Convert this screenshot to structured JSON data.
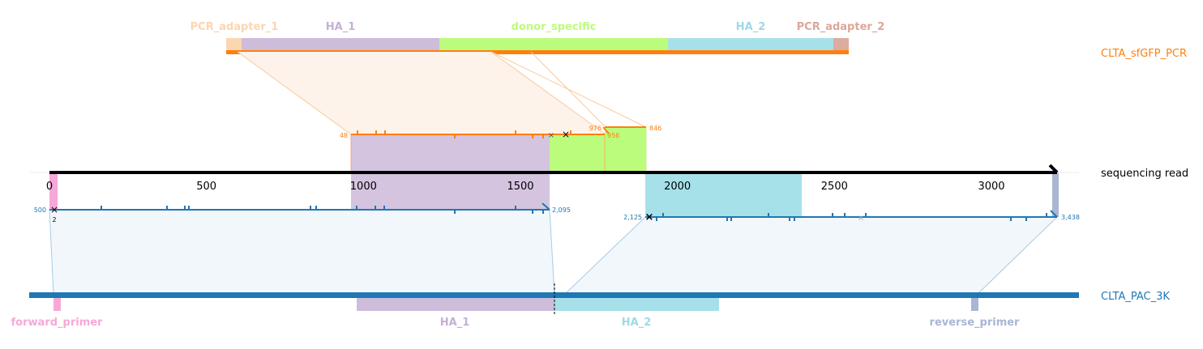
{
  "reads": {
    "top": {
      "name": "CLTA_sfGFP_PCR",
      "color": "#ff7f0e"
    },
    "middle": {
      "name": "sequencing read",
      "color": "#000000"
    },
    "bottom": {
      "name": "CLTA_PAC_3K",
      "color": "#1f77b4"
    }
  },
  "features": {
    "top": [
      {
        "name": "PCR_adapter_1",
        "color": "#fbd6b0"
      },
      {
        "name": "HA_1",
        "color": "#c5b0d5"
      },
      {
        "name": "donor_specific",
        "color": "#bcfc7c"
      },
      {
        "name": "HA_2",
        "color": "#9edae5"
      },
      {
        "name": "PCR_adapter_2",
        "color": "#dca79a"
      }
    ],
    "bottom": [
      {
        "name": "forward_primer",
        "color": "#f7a8d8"
      },
      {
        "name": "HA_1",
        "color": "#c5b0d5"
      },
      {
        "name": "HA_2",
        "color": "#9edae5"
      },
      {
        "name": "reverse_primer",
        "color": "#aab6d4"
      }
    ]
  },
  "axis": {
    "ticks": [
      0,
      500,
      1000,
      1500,
      2000,
      2500,
      3000
    ],
    "tick_labels": [
      "0",
      "500",
      "1000",
      "1500",
      "2000",
      "2500",
      "3000"
    ]
  },
  "alignment_labels": {
    "top_left_start": "48",
    "top_right_1": "976",
    "top_right_2": "956",
    "top_right_3": "846",
    "bottom_left_start": "500",
    "bottom_left_sub": "2",
    "bottom_left_end": "2,095",
    "bottom_right_start": "2,125",
    "bottom_right_end": "3,438"
  }
}
